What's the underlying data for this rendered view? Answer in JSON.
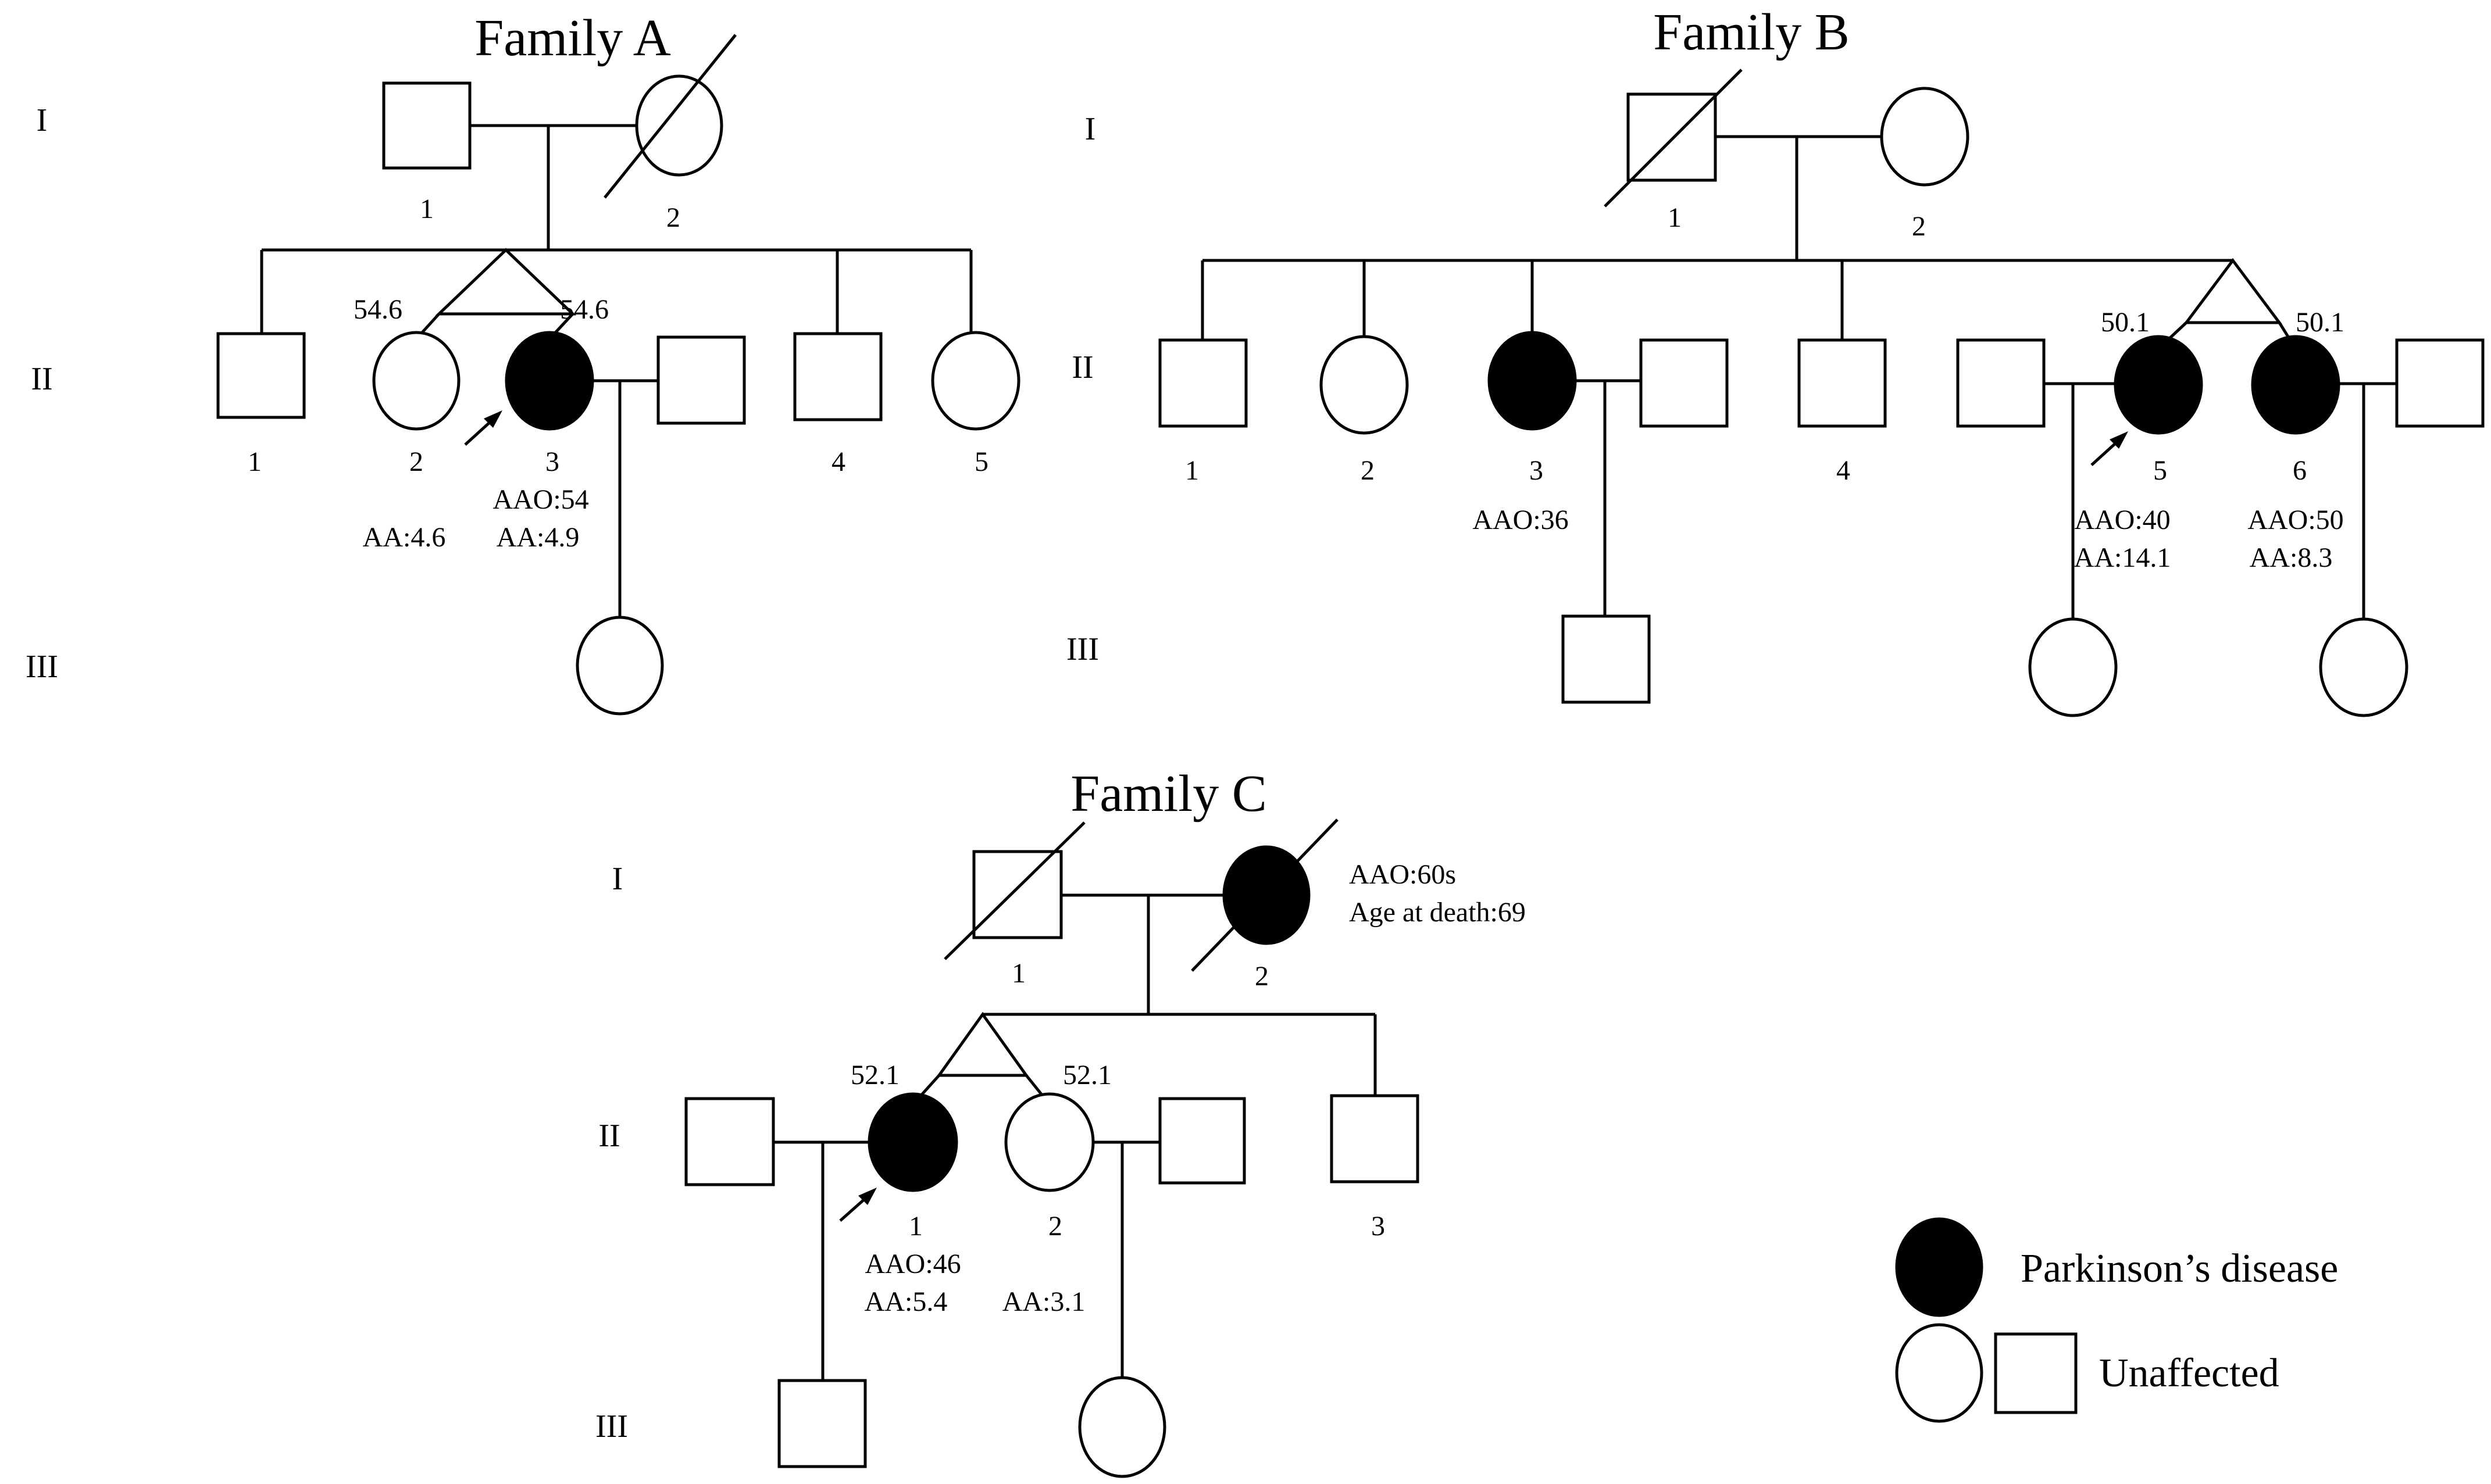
{
  "generation_labels": [
    "I",
    "II",
    "III"
  ],
  "families": [
    {
      "title": "Family A",
      "individuals": [
        {
          "label": "1",
          "sex": "male",
          "affected": false,
          "deceased": false
        },
        {
          "label": "2",
          "sex": "female",
          "affected": false,
          "deceased": true
        },
        {
          "label": "1",
          "sex": "male",
          "affected": false,
          "deceased": false
        },
        {
          "label": "2",
          "sex": "female",
          "affected": false,
          "deceased": false,
          "twin_age": "54.6",
          "notes": [
            "AA:4.6"
          ]
        },
        {
          "label": "3",
          "sex": "female",
          "affected": true,
          "deceased": false,
          "proband": true,
          "twin_age": "54.6",
          "notes": [
            "AAO:54",
            "AA:4.9"
          ]
        },
        {
          "label": "4",
          "sex": "male",
          "affected": false,
          "deceased": false
        },
        {
          "label": "5",
          "sex": "female",
          "affected": false,
          "deceased": false
        }
      ]
    },
    {
      "title": "Family B",
      "individuals": [
        {
          "label": "1",
          "sex": "male",
          "affected": false,
          "deceased": true
        },
        {
          "label": "2",
          "sex": "female",
          "affected": false,
          "deceased": false
        },
        {
          "label": "1",
          "sex": "male",
          "affected": false,
          "deceased": false
        },
        {
          "label": "2",
          "sex": "female",
          "affected": false,
          "deceased": false
        },
        {
          "label": "3",
          "sex": "female",
          "affected": true,
          "deceased": false,
          "notes": [
            "AAO:36"
          ]
        },
        {
          "label": "4",
          "sex": "male",
          "affected": false,
          "deceased": false
        },
        {
          "label": "5",
          "sex": "female",
          "affected": true,
          "deceased": false,
          "proband": true,
          "twin_age": "50.1",
          "notes": [
            "AAO:40",
            "AA:14.1"
          ]
        },
        {
          "label": "6",
          "sex": "female",
          "affected": true,
          "deceased": false,
          "twin_age": "50.1",
          "notes": [
            "AAO:50",
            "AA:8.3"
          ]
        }
      ]
    },
    {
      "title": "Family C",
      "individuals": [
        {
          "label": "1",
          "sex": "male",
          "affected": false,
          "deceased": true
        },
        {
          "label": "2",
          "sex": "female",
          "affected": true,
          "deceased": true,
          "notes": [
            "AAO:60s",
            "Age at death:69"
          ]
        },
        {
          "label": "1",
          "sex": "female",
          "affected": true,
          "deceased": false,
          "proband": true,
          "twin_age": "52.1",
          "notes": [
            "AAO:46",
            "AA:5.4"
          ]
        },
        {
          "label": "2",
          "sex": "female",
          "affected": false,
          "deceased": false,
          "twin_age": "52.1",
          "notes": [
            "AA:3.1"
          ]
        },
        {
          "label": "3",
          "sex": "male",
          "affected": false,
          "deceased": false
        }
      ]
    }
  ],
  "legend": {
    "affected_label": "Parkinson’s disease",
    "unaffected_label": "Unaffected"
  },
  "colors": {
    "affected": "#000000",
    "unaffected": "#ffffff",
    "stroke": "#000000"
  }
}
